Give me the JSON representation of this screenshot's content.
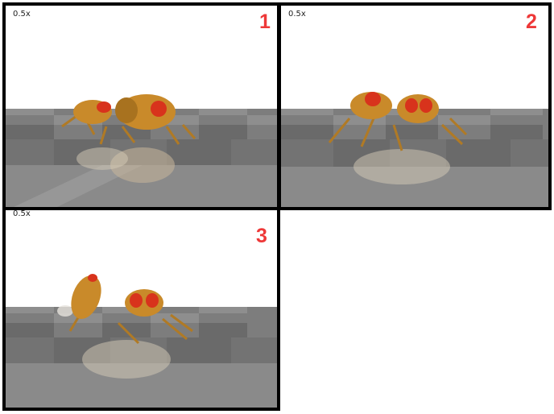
{
  "panels": [
    {
      "speed_label": "0.5x",
      "number": "1",
      "scene": "two flies side by side"
    },
    {
      "speed_label": "0.5x",
      "number": "2",
      "scene": "two flies facing viewer"
    },
    {
      "speed_label": "0.5x",
      "number": "3",
      "scene": "one fly rearing on another"
    }
  ],
  "colors": {
    "number": "#ee3838",
    "border": "#000000",
    "floor_dark": "#6e6e6e",
    "floor_light": "#8d8d8d",
    "fly_body": "#c98a2a",
    "fly_eye": "#d8331c"
  },
  "icons": [
    "fly-figure",
    "checkerboard-floor"
  ]
}
